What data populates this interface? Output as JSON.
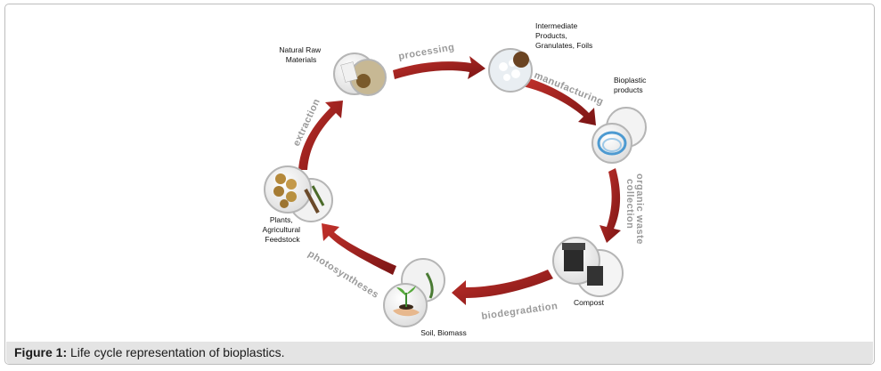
{
  "figure": {
    "caption_label": "Figure 1:",
    "caption_text": "Life cycle representation of bioplastics."
  },
  "nodes": {
    "natural_raw_materials": [
      "Natural Raw",
      "Materials"
    ],
    "intermediate_products": [
      "Intermediate",
      "Products,",
      "Granulates, Foils"
    ],
    "bioplastic_products": [
      "Bioplastic",
      "products"
    ],
    "compost": [
      "Compost"
    ],
    "soil_biomass": [
      "Soil, Biomass"
    ],
    "plants": [
      "Plants,",
      "Agricultural",
      "Feedstock"
    ]
  },
  "stages": {
    "processing": "processing",
    "manufacturing": "manufacturing",
    "organic_waste_1": "organic waste",
    "organic_waste_2": "collection",
    "biodegradation": "biodegradation",
    "photosyntheses": "photosyntheses",
    "extraction": "extraction"
  },
  "colors": {
    "arrow": "#8f1a1a",
    "arrow_light": "#c2312b",
    "stage_text": "#9a9a9a"
  }
}
